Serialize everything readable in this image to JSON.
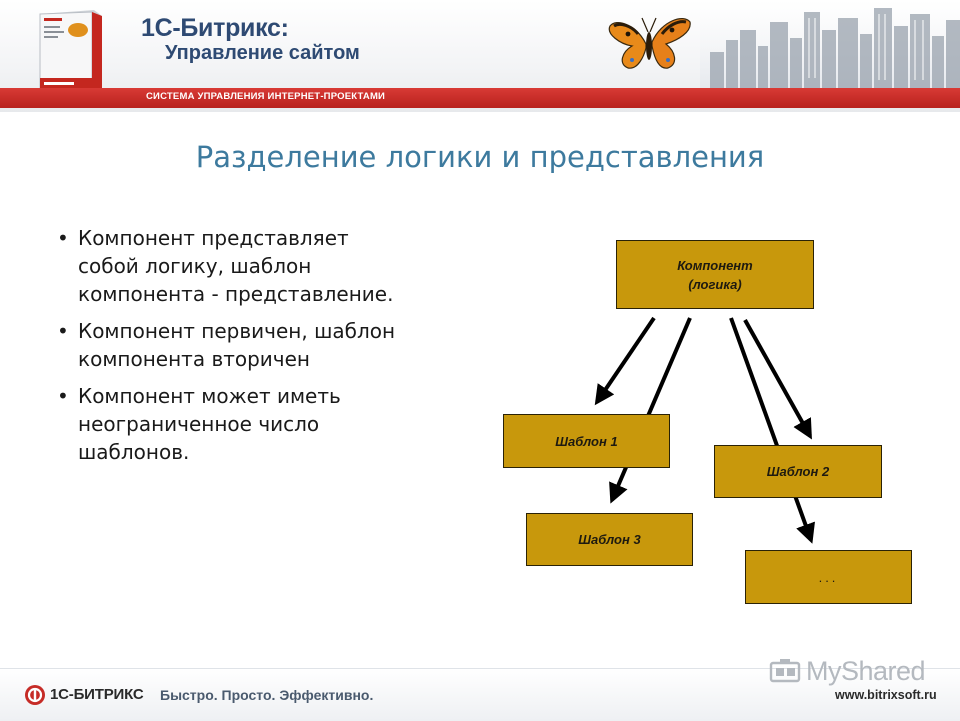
{
  "header": {
    "brand_title": "1С-Битрикс:",
    "brand_subtitle": "Управление сайтом",
    "tagline": "СИСТЕМА УПРАВЛЕНИЯ ИНТЕРНЕТ-ПРОЕКТАМИ",
    "product_box_icon": "product-box-icon",
    "butterfly_icon": "butterfly-icon",
    "skyline_icon": "city-skyline-icon"
  },
  "slide": {
    "title": "Разделение логики и представления",
    "bullets": [
      "Компонент представляет собой логику, шаблон компонента - представление.",
      "Компонент первичен, шаблон компонента вторичен",
      "Компонент может иметь неограниченное число шаблонов."
    ],
    "bullet_marker": "•"
  },
  "diagram": {
    "component_line1": "Компонент",
    "component_line2": "(логика)",
    "template1": "Шаблон 1",
    "template2": "Шаблон 2",
    "template3": "Шаблон 3",
    "more": "...",
    "box_color": "#c8980c",
    "arrow_color": "#000000"
  },
  "footer": {
    "brand": "1С-БИТРИКС",
    "slogan": "Быстро. Просто. Эффективно.",
    "url": "www.bitrixsoft.ru",
    "watermark": "MyShared"
  },
  "colors": {
    "title": "#3d7a9e",
    "brand_blue": "#2e4a73",
    "strip_red": "#c62c27"
  }
}
